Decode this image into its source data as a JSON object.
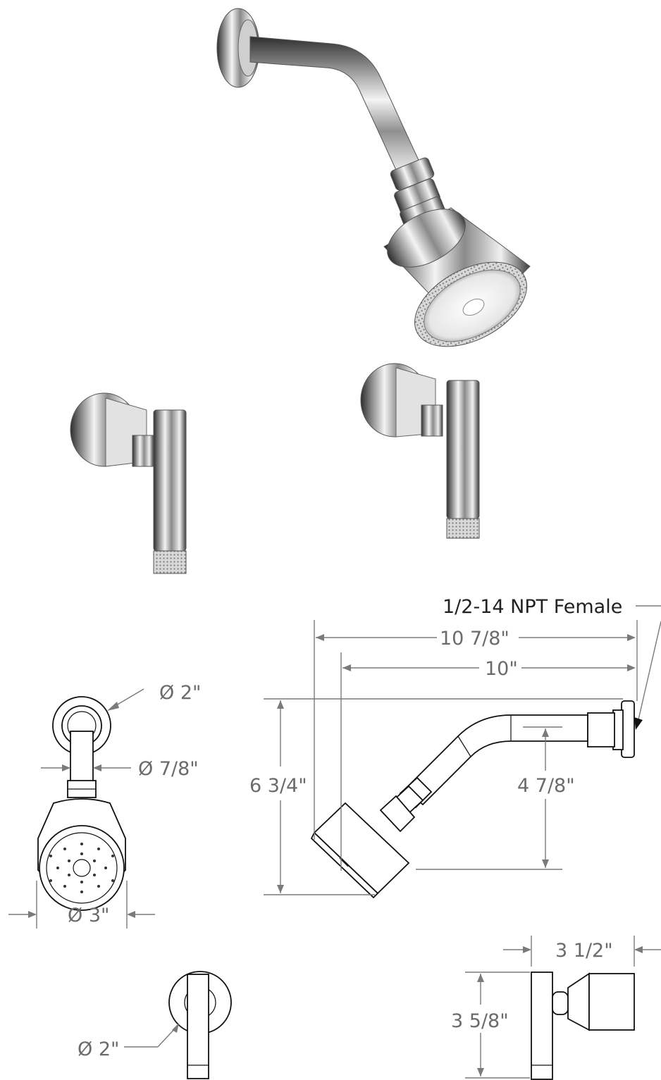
{
  "dimensions": {
    "thread_spec": "1/2-14 NPT Female",
    "overall_length": "10 7/8\"",
    "arm_length": "10\"",
    "overall_height": "6 3/4\"",
    "arm_drop": "4 7/8\"",
    "flange_diameter": "Ø 2\"",
    "arm_diameter": "Ø 7/8\"",
    "head_diameter": "Ø 3\"",
    "handle_projection": "3 1/2\"",
    "handle_height": "3 5/8\"",
    "handle_flange_diameter": "Ø 2\""
  },
  "colors": {
    "chrome_dark": "#3a3a3a",
    "chrome_light": "#e8e8e8",
    "dimension_gray": "#6b6b6b"
  }
}
